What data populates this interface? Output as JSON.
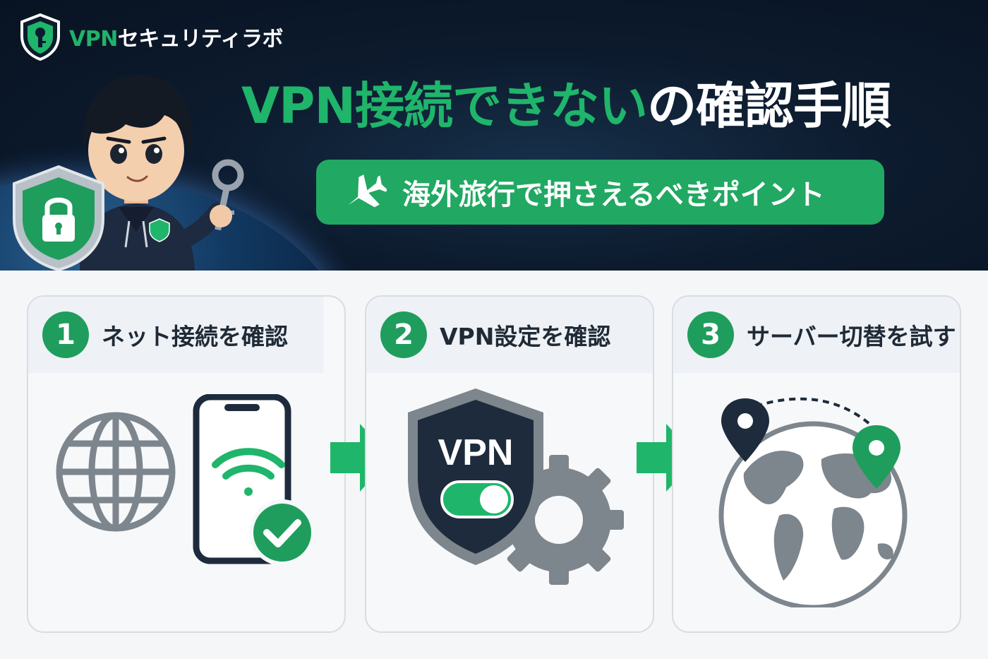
{
  "brand": {
    "vpn": "VPN",
    "rest": "セキュリティラボ"
  },
  "hero": {
    "title_green": "VPN接続できない",
    "title_white": "の確認手順",
    "subtitle": "海外旅行で押さえるべきポイント"
  },
  "steps": [
    {
      "num": "1",
      "label": "ネット接続を確認"
    },
    {
      "num": "2",
      "label": "VPN設定を確認",
      "shield_text": "VPN"
    },
    {
      "num": "3",
      "label": "サーバー切替を試す"
    }
  ],
  "colors": {
    "accent_green": "#1fb56b",
    "hero_bg": "#0d1b2e",
    "navy": "#1d2b3c",
    "gray": "#7d858d"
  }
}
